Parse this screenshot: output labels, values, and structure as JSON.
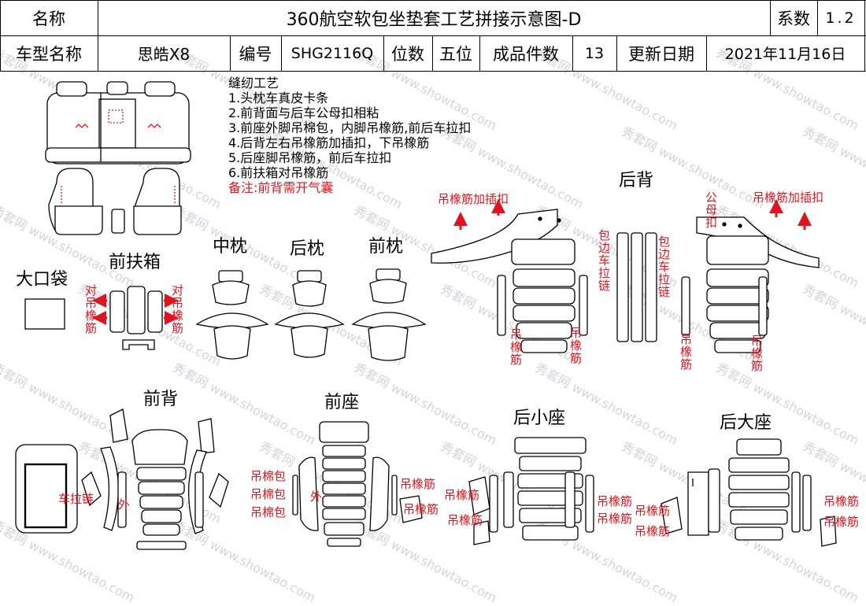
{
  "header": {
    "name_label": "名称",
    "title": "360航空软包坐垫套工艺拼接示意图-D",
    "coeff_label": "系数",
    "coeff_value": "1.2",
    "model_label": "车型名称",
    "model_value": "思皓X8",
    "code_label": "编号",
    "code_value": "SHG2116Q",
    "seats_label": "位数",
    "seats_value": "五位",
    "pieces_label": "成品件数",
    "pieces_value": "13",
    "date_label": "更新日期",
    "date_value": "2021年11月16日"
  },
  "notes": {
    "title": "缝纫工艺",
    "items": [
      "1.头枕车真皮卡条",
      "2.前背面与后车公母扣相粘",
      "3.前座外脚吊棉包，内脚吊橡筋,前后车拉扣",
      "4.后背左右吊橡筋加插扣，下吊橡筋",
      "5.后座脚吊橡筋，前后车拉扣",
      "6.前扶箱对吊橡筋"
    ],
    "remark": "备注:前背需开气囊"
  },
  "sections": {
    "big_pocket": "大口袋",
    "front_armrest": "前扶箱",
    "middle_headrest": "中枕",
    "rear_headrest": "后枕",
    "front_headrest": "前枕",
    "rear_back": "后背",
    "front_back": "前背",
    "front_seat": "前座",
    "rear_small_seat": "后小座",
    "rear_big_seat": "后大座"
  },
  "annotations": {
    "opposite_elastic": "对吊橡筋",
    "hang_elastic": "吊橡筋",
    "elastic_with_clip": "吊橡筋加插扣",
    "zipper_edge": "包边车拉链",
    "male_female": "公母扣",
    "zipper": "车拉链",
    "outer": "外",
    "cotton_pack": "吊棉包"
  },
  "watermark": {
    "brand": "秀套网",
    "site": "www.showtao.com"
  },
  "colors": {
    "annotation": "#e0141e",
    "line": "#000000",
    "watermark": "#d9d0dc"
  }
}
